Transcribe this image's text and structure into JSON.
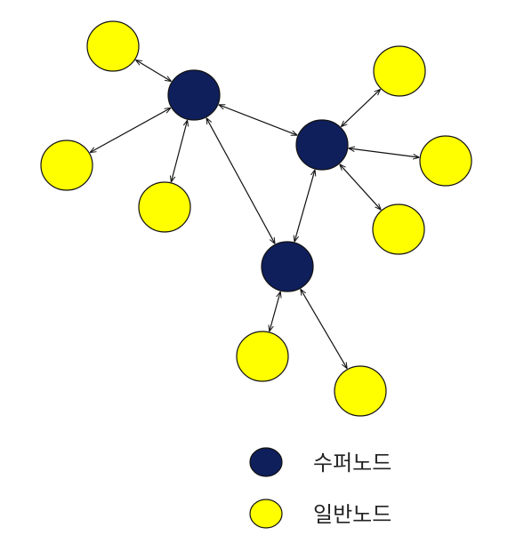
{
  "colors": {
    "super_node": "#0f1f5c",
    "normal_node": "#ffff00",
    "stroke": "#111111",
    "edge": "#111111"
  },
  "graph": {
    "nodes": [
      {
        "id": "S1",
        "kind": "super"
      },
      {
        "id": "S2",
        "kind": "super"
      },
      {
        "id": "S3",
        "kind": "super"
      },
      {
        "id": "N1",
        "kind": "normal"
      },
      {
        "id": "N2",
        "kind": "normal"
      },
      {
        "id": "N3",
        "kind": "normal"
      },
      {
        "id": "N4",
        "kind": "normal"
      },
      {
        "id": "N5",
        "kind": "normal"
      },
      {
        "id": "N6",
        "kind": "normal"
      },
      {
        "id": "N7",
        "kind": "normal"
      },
      {
        "id": "N8",
        "kind": "normal"
      }
    ],
    "edges": [
      {
        "from": "S1",
        "to": "N1",
        "arrows": "both"
      },
      {
        "from": "S1",
        "to": "N2",
        "arrows": "both"
      },
      {
        "from": "S1",
        "to": "N3",
        "arrows": "both"
      },
      {
        "from": "S1",
        "to": "S2",
        "arrows": "both"
      },
      {
        "from": "S1",
        "to": "S3",
        "arrows": "both"
      },
      {
        "from": "S2",
        "to": "N4",
        "arrows": "both"
      },
      {
        "from": "S2",
        "to": "N5",
        "arrows": "both"
      },
      {
        "from": "S2",
        "to": "N6",
        "arrows": "both"
      },
      {
        "from": "S2",
        "to": "S3",
        "arrows": "both"
      },
      {
        "from": "S3",
        "to": "N7",
        "arrows": "both"
      },
      {
        "from": "S3",
        "to": "N8",
        "arrows": "both"
      }
    ]
  },
  "legend": {
    "super_label": "수퍼노드",
    "normal_label": "일반노드"
  }
}
